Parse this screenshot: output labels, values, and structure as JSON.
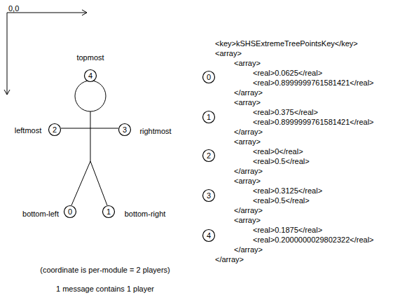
{
  "diagram": {
    "nodes": [
      {
        "text": [
          "4"
        ]
      },
      {
        "text": [
          "2"
        ]
      },
      {
        "text": [
          "3"
        ]
      },
      {
        "text": [
          "0"
        ]
      },
      {
        "text": [
          "1"
        ]
      },
      {
        "text": [
          "0"
        ]
      },
      {
        "text": [
          "1"
        ]
      },
      {
        "text": [
          "2"
        ]
      },
      {
        "text": [
          "3"
        ]
      },
      {
        "text": [
          "4"
        ]
      }
    ],
    "labels": [
      "0,0",
      "topmost",
      "leftmost",
      "rightmost",
      "bottom-left",
      "bottom-right",
      "<key>kSHSExtremeTreePointsKey</key>",
      "<array>",
      "<array>",
      "<real>0.0625</real>",
      "<real>0.8999999761581421</real>",
      "</array>",
      "<array>",
      "<real>0.375</real>",
      "<real>0.8999999761581421</real>",
      "</array>",
      "<array>",
      "<real>0</real>",
      "<real>0.5</real>",
      "</array>",
      "<array>",
      "<real>0.3125</real>",
      "<real>0.5</real>",
      "</array>",
      "<array>",
      "<real>0.1875</real>",
      "<real>0.2000000029802322</real>",
      "</array>",
      "</array>",
      "(coordinate is per-module = 2 players)",
      "1 message contains 1 player"
    ]
  }
}
